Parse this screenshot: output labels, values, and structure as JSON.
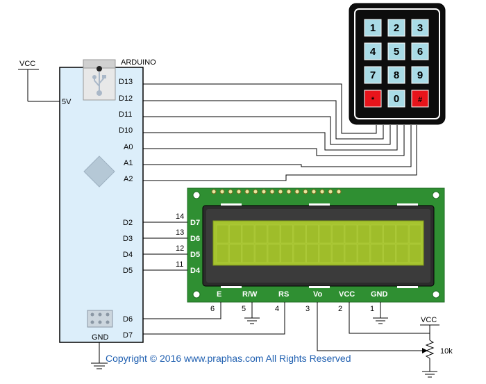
{
  "power": {
    "vcc_top": "VCC",
    "vcc_pot": "VCC"
  },
  "arduino": {
    "title": "ARDUINO",
    "power_pin": "5V",
    "gnd": "GND",
    "pins": [
      "D13",
      "D12",
      "D11",
      "D10",
      "A0",
      "A1",
      "A2",
      "D2",
      "D3",
      "D4",
      "D5",
      "D6",
      "D7"
    ]
  },
  "keypad": {
    "keys": [
      "1",
      "2",
      "3",
      "4",
      "5",
      "6",
      "7",
      "8",
      "9",
      "*",
      "0",
      "#"
    ],
    "key_color": "#a9dbe6",
    "special_key_color": "#e8141b"
  },
  "lcd": {
    "pcb_color": "#2f8f32",
    "screen_color": "#a6c42f",
    "data_labels": [
      "D7",
      "D6",
      "D5",
      "D4"
    ],
    "data_pin_numbers": [
      "14",
      "13",
      "12",
      "11"
    ],
    "bottom_labels": [
      "E",
      "R/W",
      "RS",
      "Vo",
      "VCC",
      "GND"
    ],
    "bottom_pin_numbers": [
      "6",
      "5",
      "4",
      "3",
      "2",
      "1"
    ]
  },
  "pot": {
    "value": "10k"
  },
  "footer": {
    "copyright": "Copyright © 2016 www.praphas.com  All Rights Reserved"
  }
}
